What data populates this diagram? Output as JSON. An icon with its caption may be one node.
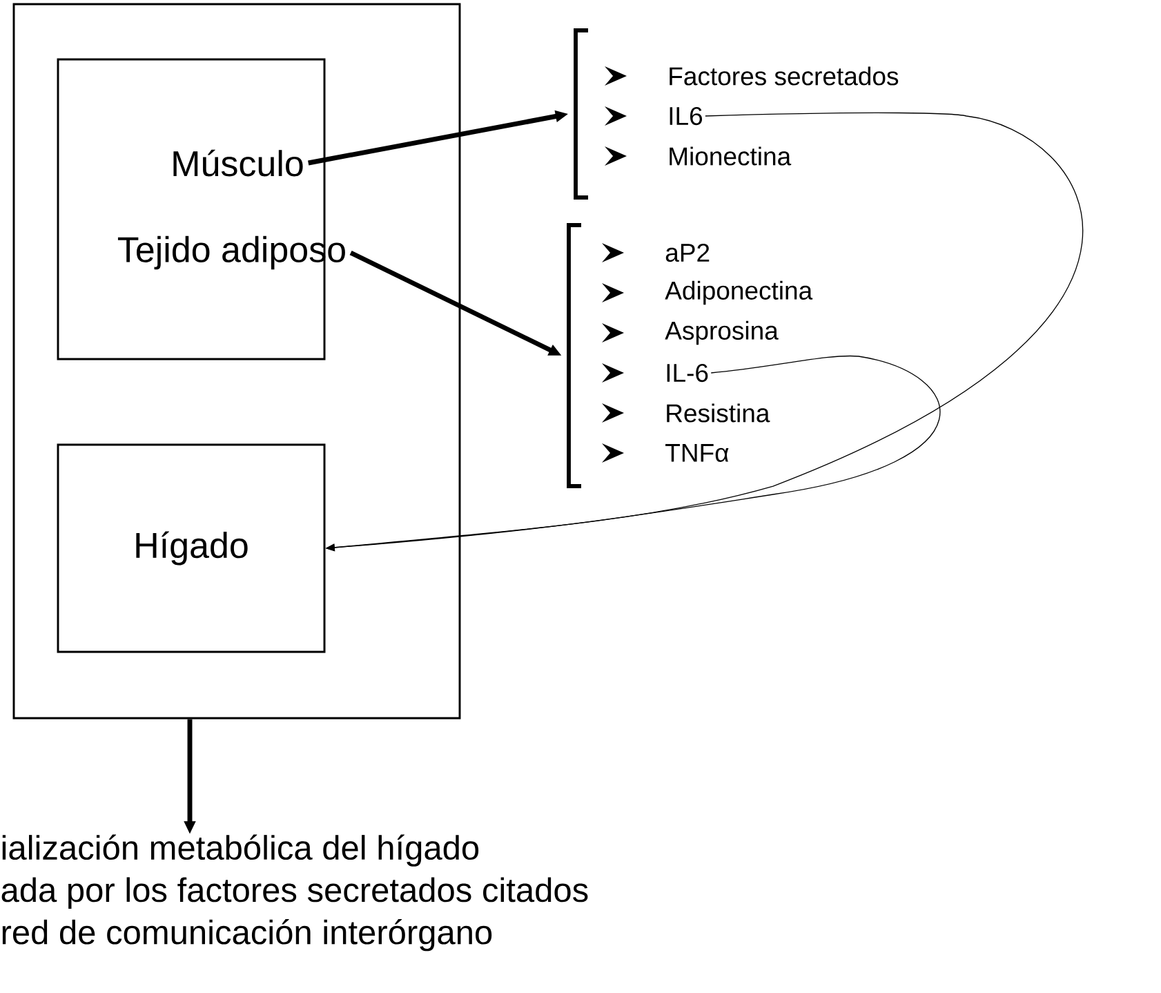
{
  "diagram": {
    "nodes": [
      {
        "text": [],
        "shape": "box"
      },
      {
        "text": [],
        "shape": "box",
        "in": 0
      },
      {
        "text": [
          "Músculo"
        ],
        "in": 1
      },
      {
        "text": [
          "Tejido adiposo"
        ],
        "in": 1
      },
      {
        "text": [
          "Hígado"
        ],
        "in": 0
      },
      {
        "text": [],
        "shape": "bracket"
      },
      {
        "text": [
          "Factores secretados"
        ]
      },
      {
        "text": [
          "IL6"
        ]
      },
      {
        "text": [
          "Mionectina"
        ]
      },
      {
        "text": [],
        "shape": "bracket"
      },
      {
        "text": [
          "aP2"
        ]
      },
      {
        "text": [
          "Adiponectina"
        ]
      },
      {
        "text": [
          "Asprosina"
        ]
      },
      {
        "text": [
          "IL-6"
        ]
      },
      {
        "text": [
          "Resistina"
        ]
      },
      {
        "text": [
          "TNFα"
        ]
      },
      {
        "text": [
          "ialización metabólica del hígado",
          "ada por los factores secretados citados",
          "red de comunicación interórgano"
        ]
      }
    ],
    "edges": [
      {
        "from": 2,
        "to": 5,
        "arrow": "to"
      },
      {
        "from": 3,
        "to": 9,
        "arrow": "to"
      },
      {
        "from": 7,
        "to": 4,
        "arrow": "to"
      },
      {
        "from": 13,
        "to": 4,
        "arrow": "to"
      },
      {
        "from": 0,
        "to": 16,
        "arrow": "to"
      }
    ]
  }
}
